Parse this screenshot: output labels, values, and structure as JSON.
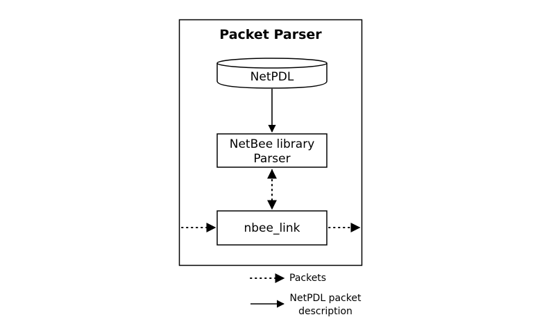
{
  "diagram": {
    "title": "Packet Parser",
    "nodes": {
      "netpdl": "NetPDL",
      "parser_line1": "NetBee library",
      "parser_line2": "Parser",
      "nbee_link": "nbee_link"
    },
    "legend": {
      "packets": "Packets",
      "description_line1": "NetPDL packet",
      "description_line2": "description"
    }
  }
}
